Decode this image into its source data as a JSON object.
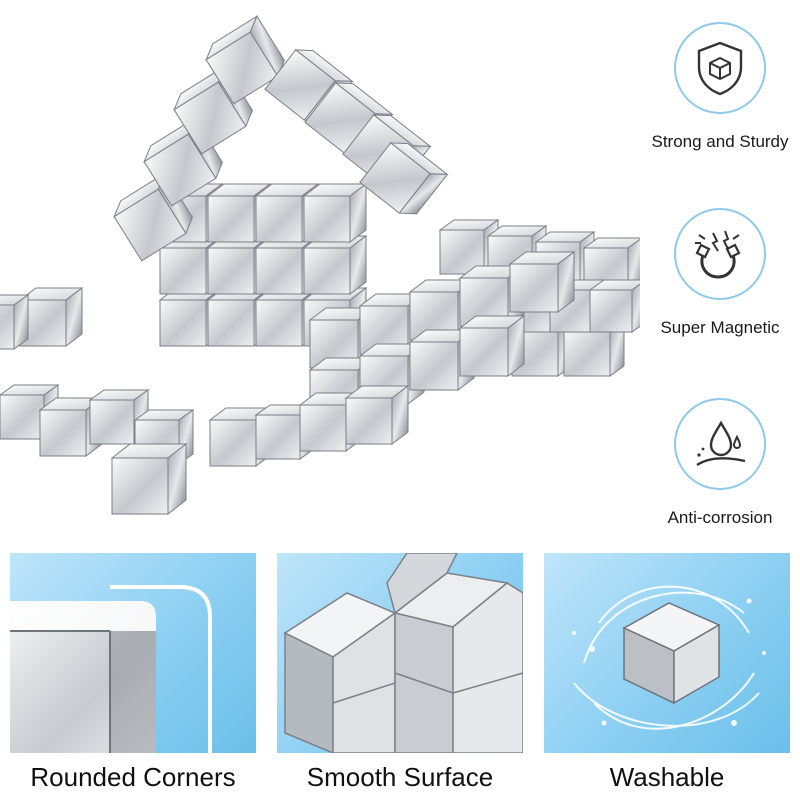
{
  "features": [
    {
      "icon": "shield-cube-icon",
      "label": "Strong and Sturdy"
    },
    {
      "icon": "horseshoe-magnet-icon",
      "label": "Super Magnetic"
    },
    {
      "icon": "water-drop-icon",
      "label": "Anti-corrosion"
    }
  ],
  "panels": [
    {
      "caption": "Rounded Corners"
    },
    {
      "caption": "Smooth Surface"
    },
    {
      "caption": "Washable"
    }
  ],
  "colors": {
    "accent": "#8ec9ea",
    "panel_light": "#bfe5fa",
    "panel_dark": "#6bbfea"
  }
}
